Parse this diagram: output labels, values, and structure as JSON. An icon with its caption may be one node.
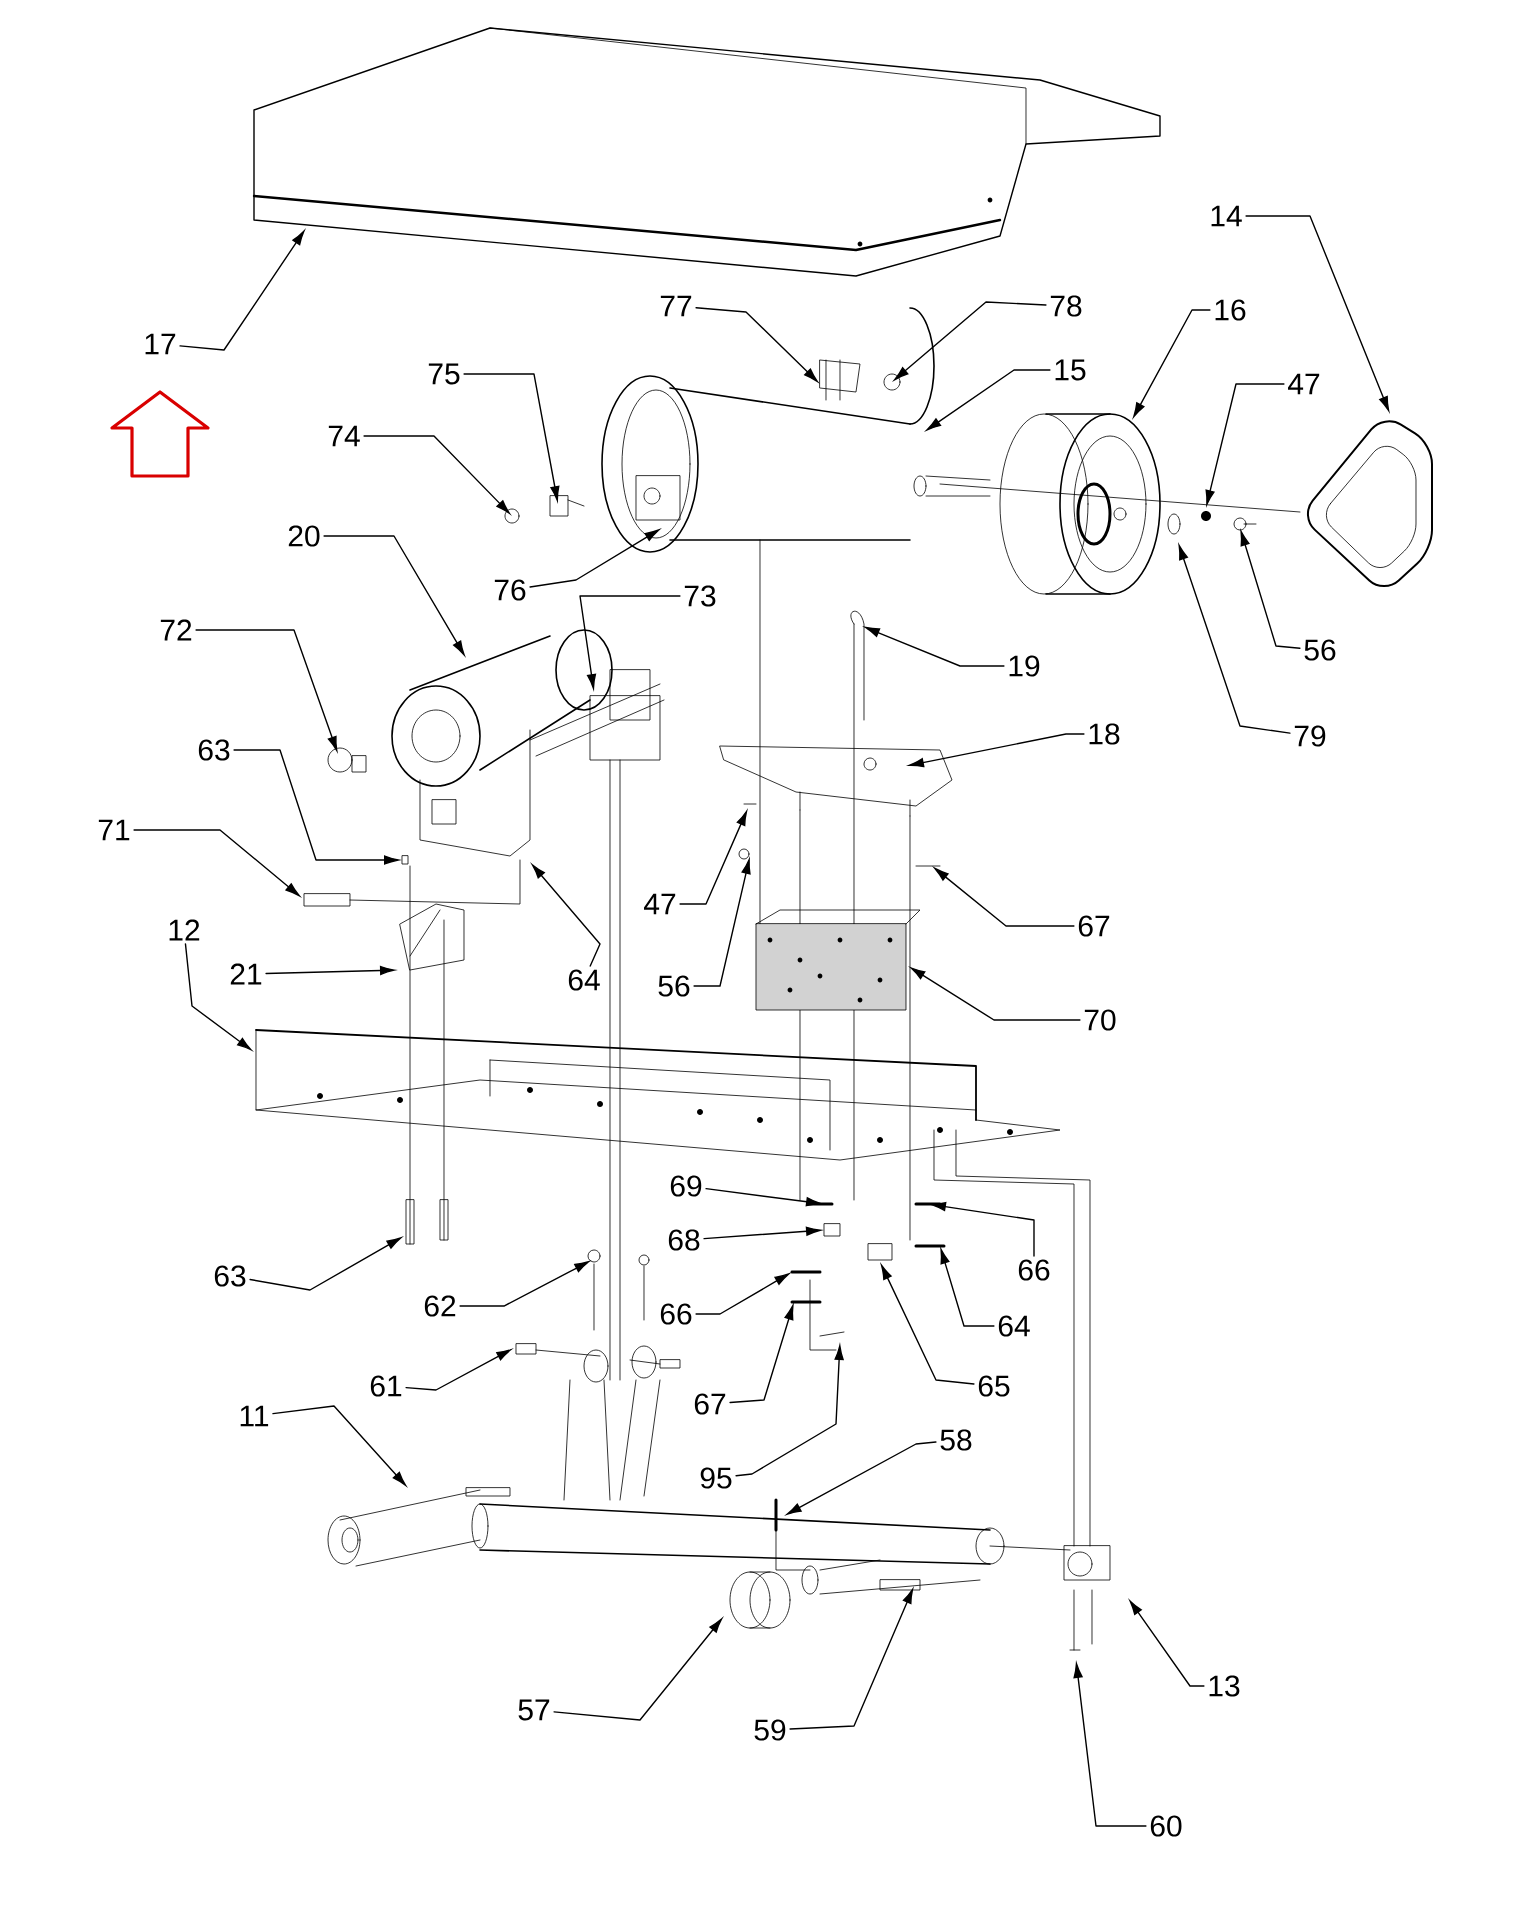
{
  "diagram": {
    "nodes": [
      {
        "text": [
          "17"
        ]
      },
      {
        "text": [
          "14"
        ]
      },
      {
        "text": [
          "77"
        ]
      },
      {
        "text": [
          "78"
        ]
      },
      {
        "text": [
          "16"
        ]
      },
      {
        "text": [
          "15"
        ]
      },
      {
        "text": [
          "75"
        ]
      },
      {
        "text": [
          "47"
        ]
      },
      {
        "text": [
          "74"
        ]
      },
      {
        "text": [
          "20"
        ]
      },
      {
        "text": [
          "76"
        ]
      },
      {
        "text": [
          "73"
        ]
      },
      {
        "text": [
          "72"
        ]
      },
      {
        "text": [
          "56"
        ]
      },
      {
        "text": [
          "19"
        ]
      },
      {
        "text": [
          "79"
        ]
      },
      {
        "text": [
          "18"
        ]
      },
      {
        "text": [
          "63"
        ]
      },
      {
        "text": [
          "71"
        ]
      },
      {
        "text": [
          "47"
        ]
      },
      {
        "text": [
          "67"
        ]
      },
      {
        "text": [
          "12"
        ]
      },
      {
        "text": [
          "21"
        ]
      },
      {
        "text": [
          "64"
        ]
      },
      {
        "text": [
          "56"
        ]
      },
      {
        "text": [
          "70"
        ]
      },
      {
        "text": [
          "69"
        ]
      },
      {
        "text": [
          "68"
        ]
      },
      {
        "text": [
          "66"
        ]
      },
      {
        "text": [
          "63"
        ]
      },
      {
        "text": [
          "62"
        ]
      },
      {
        "text": [
          "66"
        ]
      },
      {
        "text": [
          "64"
        ]
      },
      {
        "text": [
          "61"
        ]
      },
      {
        "text": [
          "65"
        ]
      },
      {
        "text": [
          "67"
        ]
      },
      {
        "text": [
          "11"
        ]
      },
      {
        "text": [
          "58"
        ]
      },
      {
        "text": [
          "95"
        ]
      },
      {
        "text": [
          "13"
        ]
      },
      {
        "text": [
          "57"
        ]
      },
      {
        "text": [
          "59"
        ]
      },
      {
        "text": [
          "60"
        ]
      }
    ],
    "edges": [
      {
        "from": 0,
        "to": null,
        "arrow": "to"
      },
      {
        "from": 1,
        "to": null,
        "arrow": "to"
      },
      {
        "from": 2,
        "to": null,
        "arrow": "to"
      },
      {
        "from": 3,
        "to": null,
        "arrow": "to"
      },
      {
        "from": 4,
        "to": null,
        "arrow": "to"
      },
      {
        "from": 5,
        "to": null,
        "arrow": "to"
      },
      {
        "from": 6,
        "to": null,
        "arrow": "to"
      },
      {
        "from": 7,
        "to": null,
        "arrow": "to"
      },
      {
        "from": 8,
        "to": null,
        "arrow": "to"
      },
      {
        "from": 9,
        "to": null,
        "arrow": "to"
      },
      {
        "from": 10,
        "to": null,
        "arrow": "to"
      },
      {
        "from": 11,
        "to": null,
        "arrow": "to"
      },
      {
        "from": 12,
        "to": null,
        "arrow": "to"
      },
      {
        "from": 13,
        "to": null,
        "arrow": "to"
      },
      {
        "from": 14,
        "to": null,
        "arrow": "to"
      },
      {
        "from": 15,
        "to": null,
        "arrow": "to"
      },
      {
        "from": 16,
        "to": null,
        "arrow": "to"
      },
      {
        "from": 17,
        "to": null,
        "arrow": "to"
      },
      {
        "from": 18,
        "to": null,
        "arrow": "to"
      },
      {
        "from": 19,
        "to": null,
        "arrow": "to"
      },
      {
        "from": 20,
        "to": null,
        "arrow": "to"
      },
      {
        "from": 21,
        "to": null,
        "arrow": "to"
      },
      {
        "from": 22,
        "to": null,
        "arrow": "to"
      },
      {
        "from": 23,
        "to": null,
        "arrow": "to"
      },
      {
        "from": 24,
        "to": null,
        "arrow": "to"
      },
      {
        "from": 25,
        "to": null,
        "arrow": "to"
      },
      {
        "from": 26,
        "to": null,
        "arrow": "to"
      },
      {
        "from": 27,
        "to": null,
        "arrow": "to"
      },
      {
        "from": 28,
        "to": null,
        "arrow": "to"
      },
      {
        "from": 29,
        "to": null,
        "arrow": "to"
      },
      {
        "from": 30,
        "to": null,
        "arrow": "to"
      },
      {
        "from": 31,
        "to": null,
        "arrow": "to"
      },
      {
        "from": 32,
        "to": null,
        "arrow": "to"
      },
      {
        "from": 33,
        "to": null,
        "arrow": "to"
      },
      {
        "from": 34,
        "to": null,
        "arrow": "to"
      },
      {
        "from": 35,
        "to": null,
        "arrow": "to"
      },
      {
        "from": 36,
        "to": null,
        "arrow": "to"
      },
      {
        "from": 37,
        "to": null,
        "arrow": "to"
      },
      {
        "from": 38,
        "to": null,
        "arrow": "to"
      },
      {
        "from": 39,
        "to": null,
        "arrow": "to"
      },
      {
        "from": 40,
        "to": null,
        "arrow": "to"
      },
      {
        "from": 41,
        "to": null,
        "arrow": "to"
      },
      {
        "from": 42,
        "to": null,
        "arrow": "to"
      }
    ]
  }
}
